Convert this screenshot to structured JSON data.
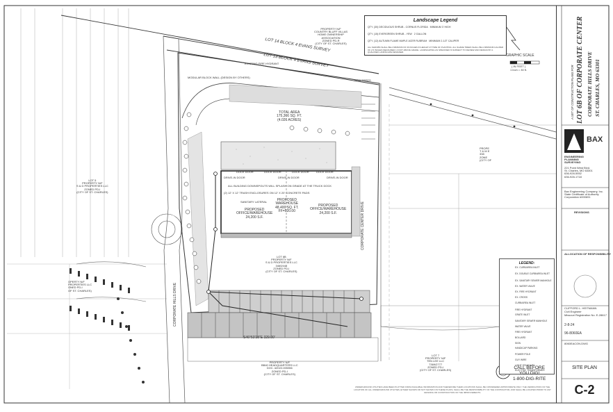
{
  "sheet": {
    "project_title": "A SET OF CONSTRUCTION PLANS FOR",
    "project_name": "LOT 6B OF CORPORATE CENTER",
    "project_address_1": "CORPORATE HILLS DRIVE",
    "project_address_2": "ST. CHARLES, MO 63301",
    "sheet_title": "SITE PLAN",
    "sheet_number": "C-2",
    "date": "2-8-24",
    "job_number": "96-8060EA",
    "file_name": "8060EACON.DWG"
  },
  "firm": {
    "name": "BAX",
    "lines": [
      "ENGINEERING",
      "PLANNING",
      "SURVEYING"
    ],
    "address": [
      "221 Point West Blvd.",
      "St. Charles, MO 63301",
      "636-928-5552",
      "636-928-1718"
    ]
  },
  "landscape_legend": {
    "title": "Landscape Legend",
    "rows": [
      {
        "label": "QTY. (30) DECIDUOUS SHRUB - CORNUS FLORIDA",
        "size": "MINIMUM 3' HIGH"
      },
      {
        "label": "QTY. (15) EVERGREEN SHRUB - YEW",
        "size": "2 GALLON"
      },
      {
        "label": "QTY. (12) AUTUMN FLAME MAPLE ACER RUBRUM",
        "size": "MINIMUM 2-1/2\" CALIPER"
      }
    ],
    "note": "ALL SHRUBS SHALL BE A MINIMUM OF 36 INCHES IN HEIGHT AT TIME OF PLANTING. ALL SHADE TREES SHALL BE A MINIMUM CALIPER OF 2.5 INCHES MEASURED 1 FOOT ABOVE GRADE. LANDSCAPING AS SPECIFIED IS SUBJECT TO REVIEW AND DESIGN BY A QUALIFIED LANDSCAPE DESIGNER."
  },
  "scale": {
    "label": "GRAPHIC SCALE",
    "unit": "( IN FEET )",
    "ratio": "1 inch = 30 ft."
  },
  "parcels": {
    "north": [
      "PROPERTY N/F",
      "COUNTRY BLUFF VILLAS",
      "HOME OWNERSHIP",
      "ASSOCIATION",
      "ZONED PD-R",
      "(CITY OF ST. CHARLES)"
    ],
    "lot14": "LOT 14 BLOCK 4 EVANS SURVEY",
    "lot13": "LOT 13 BLOCK 4 EVANS SURVEY",
    "west": [
      "LOT 5",
      "PROPERTY N/F",
      "S & D PROPERTIES LLC",
      "ZONED PD-I",
      "(CITY OF ST. CHARLES)"
    ],
    "southwest": [
      "OPERTY N/F",
      "PROPERTIES LLC",
      "ONED PD-I",
      "OF ST. CHARLES)"
    ],
    "lot6b": [
      "LOT 6B",
      "PROPERTY N/F",
      "S & D PROPERTIES LLC",
      "3460/448",
      "ZONED PD-I",
      "(CITY OF ST. CHARLES)"
    ],
    "south": [
      "PROPERTY N/F",
      "BB40 HEADQUARTERS LLC",
      "DOC. #2022-005356",
      "ZONED PD-I",
      "(CITY OF ST. CHARLES)"
    ],
    "southeast": [
      "LOT 7",
      "PROPERTY N/F",
      "TEN LEE LLC",
      "7369/2777",
      "ZONED PD-I",
      "(CITY OF ST. CHARLES)"
    ],
    "east": [
      "PROPE",
      "T & M E",
      "338",
      "ZONE",
      "(CITY OF"
    ]
  },
  "building": {
    "total_area": "TOTAL AREA",
    "total_sf": "175,366 SQ. FT.",
    "total_ac": "(4.026 ACRES)",
    "warehouse_label": "PROPOSED",
    "warehouse_label_2": "WAREHOUSE",
    "warehouse_sf": "48,400 SQ. FT.",
    "warehouse_ff": "FF=520.00",
    "office_left": [
      "PROPOSED",
      "OFFICE/WAREHOUSE",
      "24,200 S.F."
    ],
    "office_right": [
      "PROPOSED",
      "OFFICE/WAREHOUSE",
      "24,200 S.F."
    ],
    "dock_doors": [
      "DOCK DOOR",
      "DOCK DOOR",
      "DOCK DOOR",
      "DOCK DOOR"
    ],
    "drive_in_doors": [
      "DRIVE-IN DOOR",
      "DRIVE-IN DOOR",
      "DRIVE-IN DOOR"
    ]
  },
  "notes": {
    "existing_fire_hydrant": "EXISTING FIRE HYDRANT",
    "new_trees": "NEW TREES",
    "retaining_wall": "MODULAR BLOCK WALL (DESIGN BY OTHERS)",
    "cross_road": "CORPORATE HILLS DRIVE",
    "right_road": "CORPORATE CENTER DRIVE",
    "bottom_line": "S46°53'18\"E  329.00'",
    "grade_note": "ALL BUILDING DOWNSPOUTS WILL SPLASH ON GRADE AT THE TRUCK DOCK",
    "trash": "(2) 12' X 12' TRASH ENCLOSURES ON 12' X 20' CONCRETE PADS",
    "sanitary": "SANITARY LATERAL"
  },
  "symbol_legend": {
    "title": "LEGEND:",
    "items": [
      "EX. CURB/AREA INLET",
      "EX. DOUBLE CURB/AREA INLET",
      "EX. SANITARY SEWER MANHOLE",
      "EX. WATER VALVE",
      "EX. FIRE HYDRANT",
      "EX. CROSS",
      "CURB/AREA INLET",
      "FIRE HYDRANT",
      "GRATE INLET",
      "SANITARY SEWER MANHOLE",
      "WATER VALVE",
      "FIRE HYDRANT",
      "BOLLARD",
      "SIGN",
      "HANDICAP PARKING",
      "POWER POLE",
      "GUY WIRE",
      "LIGHT STANDARD",
      "ELECTRIC TRANSFORMER"
    ]
  },
  "call_before": [
    "CALL BEFORE",
    "YOU DIG!",
    "1-800-DIG-RITE"
  ],
  "footnote": "UNDERGROUND UTILITIES HAVE BEEN PLOTTED FROM AVAILABLE INFORMATION AND THEREFORE THEIR LOCATIONS SHALL BE CONSIDERED APPROXIMATE ONLY. THE VERIFICATION OF THE LOCATION OF ALL UNDERGROUND UTILITIES, EITHER SHOWN OR NOT SHOWN ON THESE PLANS, SHALL BE THE RESPONSIBILITY OF THE CONTRACTOR, AND SHALL BE LOCATED PRIOR TO ANY GRADING OR CONSTRUCTION OF THE IMPROVEMENTS.",
  "signature_block": {
    "name": "CLIFFORD L. HEITMANN",
    "role": "Civil Engineer",
    "license": "Missouri Registration No. E-28617",
    "company_note": "Bax Engineering Company, Inc. State Certificate of Authority Corporation #000691",
    "resp_title": "ALLOCATION OF RESPONSIBILITY"
  },
  "revisions_label": "REVISIONS"
}
